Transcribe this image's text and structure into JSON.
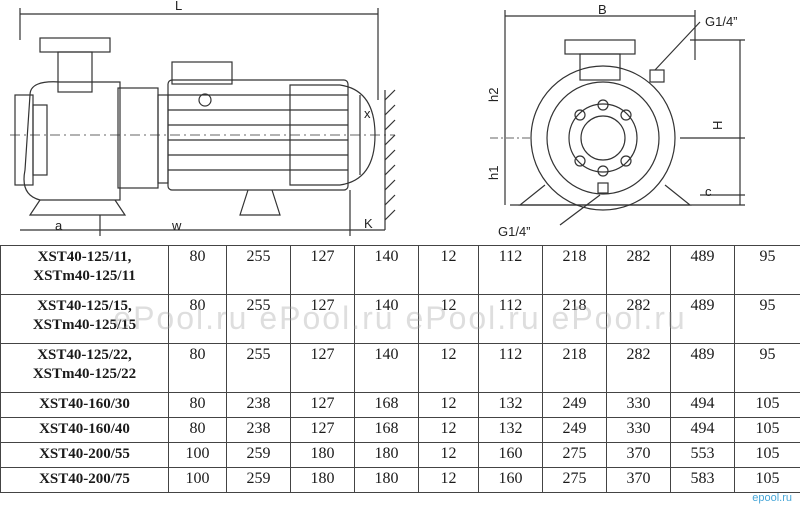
{
  "drawing": {
    "labels": {
      "L": "L",
      "a": "a",
      "w": "w",
      "x": "x",
      "K": "K",
      "B": "B",
      "G_top": "G1/4”",
      "G_bottom": "G1/4”",
      "h1": "h1",
      "h2": "h2",
      "H": "H",
      "c": "c"
    }
  },
  "table": {
    "rows": [
      {
        "model": [
          "XST40-125/11,",
          "XSTm40-125/11"
        ],
        "values": [
          "80",
          "255",
          "127",
          "140",
          "12",
          "112",
          "218",
          "282",
          "489",
          "95"
        ]
      },
      {
        "model": [
          "XST40-125/15,",
          "XSTm40-125/15"
        ],
        "values": [
          "80",
          "255",
          "127",
          "140",
          "12",
          "112",
          "218",
          "282",
          "489",
          "95"
        ]
      },
      {
        "model": [
          "XST40-125/22,",
          "XSTm40-125/22"
        ],
        "values": [
          "80",
          "255",
          "127",
          "140",
          "12",
          "112",
          "218",
          "282",
          "489",
          "95"
        ]
      },
      {
        "model": [
          "XST40-160/30"
        ],
        "values": [
          "80",
          "238",
          "127",
          "168",
          "12",
          "132",
          "249",
          "330",
          "494",
          "105"
        ]
      },
      {
        "model": [
          "XST40-160/40"
        ],
        "values": [
          "80",
          "238",
          "127",
          "168",
          "12",
          "132",
          "249",
          "330",
          "494",
          "105"
        ]
      },
      {
        "model": [
          "XST40-200/55"
        ],
        "values": [
          "100",
          "259",
          "180",
          "180",
          "12",
          "160",
          "275",
          "370",
          "553",
          "105"
        ]
      },
      {
        "model": [
          "XST40-200/75"
        ],
        "values": [
          "100",
          "259",
          "180",
          "180",
          "12",
          "160",
          "275",
          "370",
          "583",
          "105"
        ]
      }
    ]
  },
  "watermark": "ePool.ru   ePool.ru   ePool.ru   ePool.ru",
  "corner_mark": "epool.ru"
}
